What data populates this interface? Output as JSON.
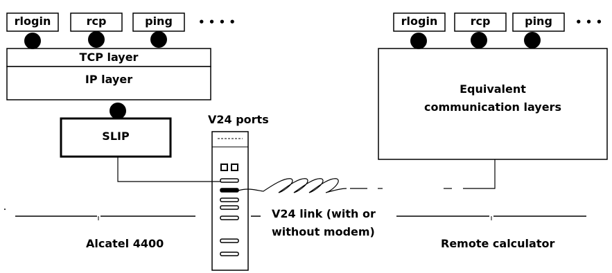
{
  "left_stack": {
    "apps": [
      "rlogin",
      "rcp",
      "ping"
    ],
    "ellipsis": "• • • •",
    "tcp_layer": "TCP layer",
    "ip_layer": "IP layer",
    "slip": "SLIP"
  },
  "right_stack": {
    "apps": [
      "rlogin",
      "rcp",
      "ping"
    ],
    "ellipsis": "• • •",
    "layers_line1": "Equivalent",
    "layers_line2": "communication layers"
  },
  "v24_ports": "V24 ports",
  "link_line1": "V24 link (with or",
  "link_line2": "without modem)",
  "left_host": "Alcatel 4400",
  "right_host": "Remote calculator"
}
